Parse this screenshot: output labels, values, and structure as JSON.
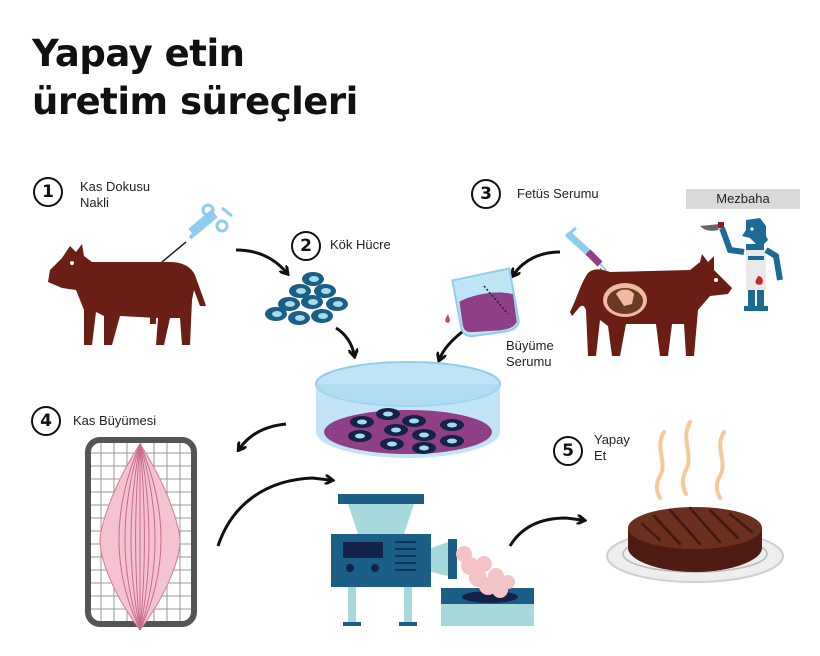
{
  "title": {
    "line1": "Yapay etin",
    "line2": "üretim süreçleri"
  },
  "steps": [
    {
      "number": "1",
      "label_line1": "Kas Dokusu",
      "label_line2": "Nakli"
    },
    {
      "number": "2",
      "label_line1": "Kök Hücre"
    },
    {
      "number": "3",
      "label_line1": "Fetüs Serumu"
    },
    {
      "number": "4",
      "label_line1": "Kas Büyümesi"
    },
    {
      "number": "5",
      "label_line1": "Yapay",
      "label_line2": "Et"
    }
  ],
  "labels": {
    "growth_serum_line1": "Büyüme",
    "growth_serum_line2": "Serumu",
    "slaughterhouse": "Mezbaha"
  },
  "colors": {
    "cow": "#6b1f14",
    "syringe": "#8ecdf0",
    "cell_dark": "#1a5f86",
    "cell_light": "#a6dbe8",
    "petri_glass": "#a8d8f0",
    "petri_media": "#8e3f86",
    "cell_navy": "#14224a",
    "muscle": "#f4c3cf",
    "grid_frame": "#555555",
    "machine": "#1b5f86",
    "machine_light": "#a6d8dc",
    "minced_meat": "#f4c3c8",
    "patty": "#6b2f1e",
    "steam": "#f5c99a",
    "butcher": "#1c6b94"
  }
}
